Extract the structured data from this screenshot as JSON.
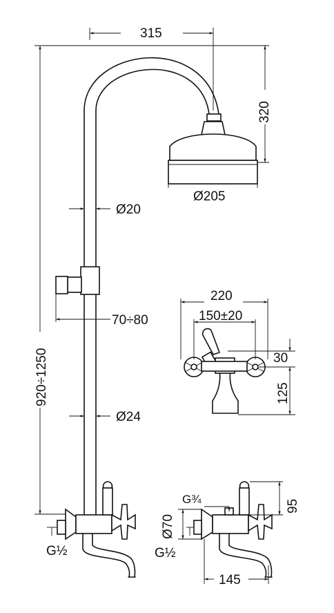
{
  "dimensions": {
    "arm_reach": "315",
    "arm_height": "320",
    "head_diameter": "Ø205",
    "upper_pipe_diameter": "Ø20",
    "holder_offset": "70÷80",
    "total_height": "920÷1250",
    "lower_pipe_diameter": "Ø24",
    "left_inlet_thread": "G½",
    "faucet_width": "220",
    "center_distance": "150±20",
    "handle_offset": "30",
    "body_height": "125",
    "outlet_thread": "G¾",
    "flange_diameter": "Ø70",
    "side_inlet_thread": "G½",
    "lever_height": "95",
    "spout_reach": "145"
  }
}
